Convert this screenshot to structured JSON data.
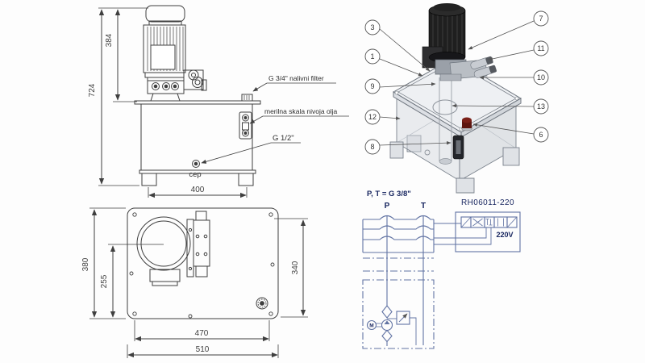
{
  "meta": {
    "title": "hydraulic power unit technical drawing",
    "colors": {
      "drawing_line": "#3f3f3f",
      "schematic_line": "#6173a3",
      "schematic_text": "#17255f",
      "red_knob": "#7a2018"
    }
  },
  "front_view": {
    "labels": {
      "fill_filter": "G 3/4\" nalivni filter",
      "oil_level": "merilna skala nivoja olja",
      "drain_port": "G 1/2\"",
      "plug": "cep"
    },
    "dims": {
      "motor_height": "384",
      "total_height": "724",
      "base_width": "400"
    }
  },
  "top_view": {
    "dims": {
      "depth": "380",
      "motor_axis": "255",
      "bolt_depth": "340",
      "bolt_span": "470",
      "width": "510"
    }
  },
  "iso_view": {
    "callouts_left": [
      "3",
      "1",
      "9",
      "12",
      "8"
    ],
    "callouts_right": [
      "7",
      "11",
      "10",
      "13",
      "6"
    ]
  },
  "schematic": {
    "note": "P, T = G 3/8\"",
    "port_p": "P",
    "port_t": "T",
    "model": "RH06011-220",
    "voltage": "220V",
    "motor": "M"
  }
}
